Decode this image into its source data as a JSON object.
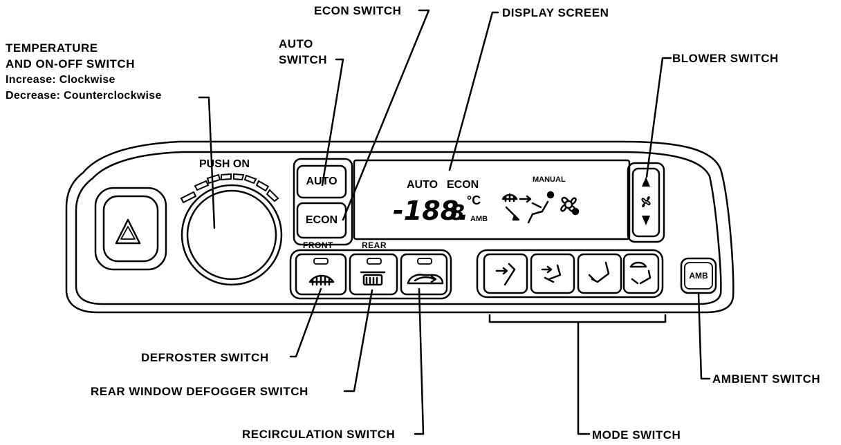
{
  "callouts": {
    "temperature": {
      "title_line1": "TEMPERATURE",
      "title_line2": "AND ON-OFF SWITCH",
      "increase": "Increase: Clockwise",
      "decrease": "Decrease: Counterclockwise"
    },
    "auto_switch_line1": "AUTO",
    "auto_switch_line2": "SWITCH",
    "econ_switch": "ECON SWITCH",
    "display_screen": "DISPLAY SCREEN",
    "blower_switch": "BLOWER SWITCH",
    "defroster_switch": "DEFROSTER SWITCH",
    "rear_window_defogger_switch": "REAR WINDOW DEFOGGER SWITCH",
    "recirculation_switch": "RECIRCULATION SWITCH",
    "mode_switch": "MODE SWITCH",
    "ambient_switch": "AMBIENT SWITCH"
  },
  "panel": {
    "push_on": "PUSH ON",
    "auto_button": "AUTO",
    "econ_button": "ECON",
    "front_label": "FRONT",
    "rear_label": "REAR",
    "amb_button": "AMB"
  },
  "display": {
    "auto": "AUTO",
    "econ": "ECON",
    "manual": "MANUAL",
    "temperature_digits": "-188.",
    "temperature_decimal": "8",
    "unit": "°C",
    "amb": "AMB"
  },
  "blower": {
    "up_glyph": "▲",
    "down_glyph": "▼"
  }
}
